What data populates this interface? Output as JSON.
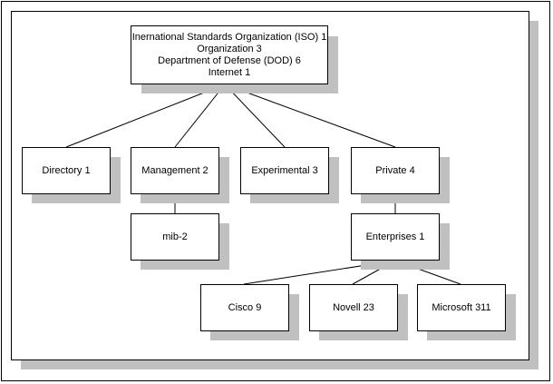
{
  "diagram": {
    "root": {
      "lines": [
        "Inernational Standards Organization (ISO) 1",
        "Organization 3",
        "Department of Defense (DOD) 6",
        "Internet 1"
      ]
    },
    "level1": [
      {
        "id": "directory",
        "label": "Directory 1"
      },
      {
        "id": "management",
        "label": "Management 2"
      },
      {
        "id": "experimental",
        "label": "Experimental 3"
      },
      {
        "id": "private",
        "label": "Private 4"
      }
    ],
    "management_child": {
      "label": "mib-2"
    },
    "private_child": {
      "label": "Enterprises 1"
    },
    "enterprises": [
      {
        "id": "cisco",
        "label": "Cisco 9"
      },
      {
        "id": "novell",
        "label": "Novell 23"
      },
      {
        "id": "microsoft",
        "label": "Microsoft 311"
      }
    ]
  }
}
